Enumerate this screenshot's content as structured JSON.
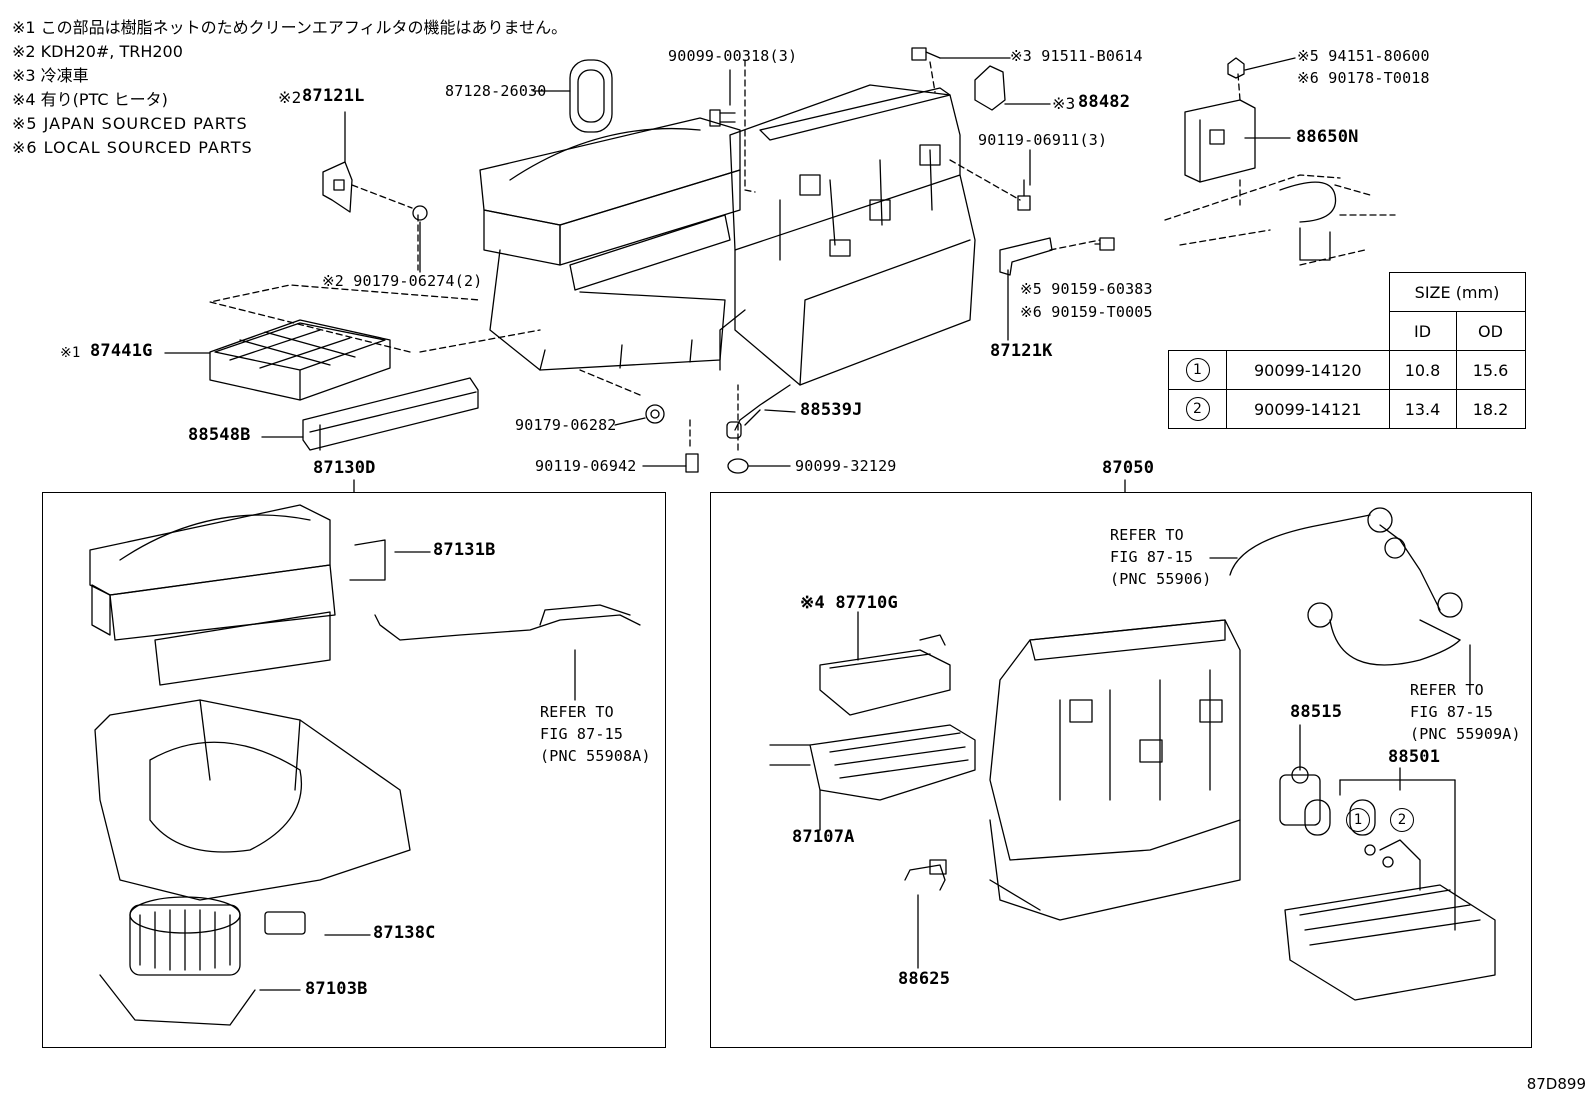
{
  "notes": [
    "※1 この部品は樹脂ネットのためクリーンエアフィルタの機能はありません。",
    "※2 KDH20#, TRH200",
    "※3 冷凍車",
    "※4 有り(PTC ヒータ)",
    "※5  JAPAN SOURCED PARTS",
    "※6  LOCAL SOURCED PARTS"
  ],
  "labels": {
    "l87121L_mark": "※2",
    "l87121L": "87121L",
    "l87128": "87128-26030",
    "l90099_00318": "90099-00318(3)",
    "l91511": "※3 91511-B0614",
    "l88482_mark": "※3",
    "l88482": "88482",
    "l94151": "※5 94151-80600",
    "l90178": "※6 90178-T0018",
    "l88650N": "88650N",
    "l90119_06911": "90119-06911(3)",
    "l90179_06274": "※2 90179-06274(2)",
    "l90159_60383": "※5 90159-60383",
    "l90159_T0005": "※6 90159-T0005",
    "l87121K": "87121K",
    "l87441G_mark": "※1",
    "l87441G": "87441G",
    "l88548B": "88548B",
    "l90179_06282": "90179-06282",
    "l88539J": "88539J",
    "l90119_06942": "90119-06942",
    "l90099_32129": "90099-32129",
    "l87130D": "87130D",
    "l87050": "87050",
    "l87131B": "87131B",
    "l87138C": "87138C",
    "l87103B": "87103B",
    "refer_left_1": "REFER TO",
    "refer_left_2": "FIG 87-15",
    "refer_left_3": "(PNC 55908A)",
    "refer_top_1": "REFER TO",
    "refer_top_2": "FIG 87-15",
    "refer_top_3": "(PNC 55906)",
    "refer_right_1": "REFER TO",
    "refer_right_2": "FIG 87-15",
    "refer_right_3": "(PNC 55909A)",
    "l87710G": "※4 87710G",
    "l87107A": "87107A",
    "l88625": "88625",
    "l88515": "88515",
    "l88501": "88501",
    "c1": "1",
    "c2": "2"
  },
  "size_table": {
    "header": "SIZE (mm)",
    "col_id": "ID",
    "col_od": "OD",
    "rows": [
      {
        "mark": "1",
        "part": "90099-14120",
        "id": "10.8",
        "od": "15.6"
      },
      {
        "mark": "2",
        "part": "90099-14121",
        "id": "13.4",
        "od": "18.2"
      }
    ]
  },
  "figure_code": "87D899"
}
